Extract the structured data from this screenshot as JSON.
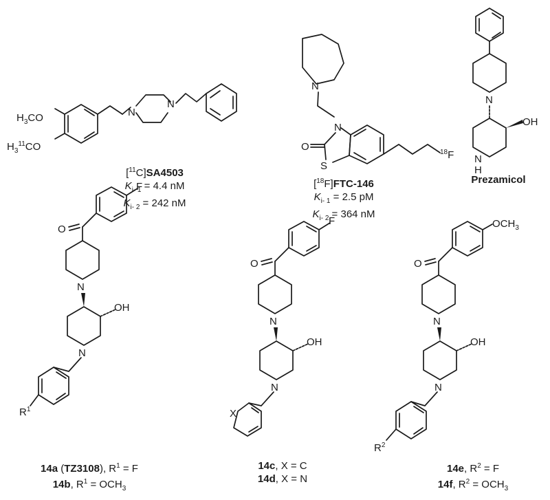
{
  "atoms": {
    "oxygen": "O",
    "nitrogen": "N",
    "sulfur": "S",
    "fluorine": "F",
    "methyl": "CH",
    "methyl_sub": "3",
    "hydrogen": "H",
    "hydroxyl": "OH",
    "h3c_a": "H",
    "h3c_sub": "3",
    "h3c_b": "CO",
    "c11_pre": "H",
    "c11_sub": "3",
    "c11_sup": "11",
    "c11_post": "CO",
    "f18_sup": "18",
    "nh": "N\nH",
    "x_label": "X",
    "r": "R",
    "r1_sup": "1",
    "r2_sup": "2"
  },
  "captions": {
    "sa4503": {
      "iso": "11",
      "iso_el": "C",
      "name": "SA4503",
      "k1_k": "K",
      "k1_sub": "i-\u0001 1",
      "k1_val": " = 4.4 nM",
      "k2_k": "K",
      "k2_sub": "i-\u0001 2",
      "k2_val": " = 242 nM"
    },
    "ftc146": {
      "iso": "18",
      "iso_el": "F",
      "name": "FTC-146",
      "k1_k": "K",
      "k1_sub": "i-\u0001 1",
      "k1_val": " = 2.5 pM",
      "k2_k": "K",
      "k2_sub": "i-\u0001 2",
      "k2_val": " = 364 nM"
    },
    "prezamicol": {
      "name": "Prezamicol"
    },
    "c14a": {
      "id": "14a",
      "paren_open": " (",
      "alias": "TZ3108",
      "paren_close": "), R",
      "sup": "1",
      "rest": " = F"
    },
    "c14b": {
      "id": "14b",
      "mid": ", R",
      "sup": "1",
      "rest": " = OCH",
      "sub": "3"
    },
    "c14c": {
      "id": "14c",
      "rest": ", X = C"
    },
    "c14d": {
      "id": "14d",
      "rest": ", X = N"
    },
    "c14e": {
      "id": "14e",
      "mid": ", R",
      "sup": "2",
      "rest": " = F"
    },
    "c14f": {
      "id": "14f",
      "mid": ", R",
      "sup": "2",
      "rest": " = OCH",
      "sub": "3"
    }
  }
}
